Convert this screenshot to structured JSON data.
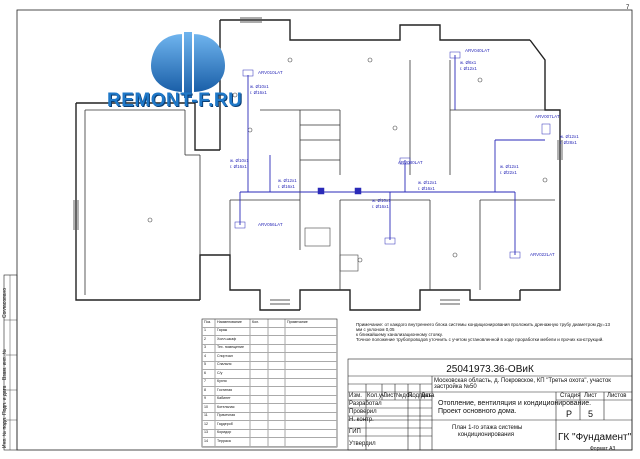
{
  "page_number": "7",
  "logo": {
    "text": "REMONT-F.RU",
    "brand_color": "#1f78c8",
    "icon": "fundament-logo-icon"
  },
  "drawing_colors": {
    "walls": "#222222",
    "piping": "#2a2ab8",
    "background": "#ffffff"
  },
  "notes": {
    "line1": "Примечание: от каждого внутреннего блока системы кондиционирования проложить дренажную трубу диаметром Ду=13 мм с уклоном 0,05",
    "line2": "к ближайшему канализационному стояку.",
    "line3": "Точное положение трубопроводов уточнить с учетом установленной в ходе проработки мебели и прочих конструкций."
  },
  "title_block": {
    "code": "25041973.36-ОВиК",
    "address": "Московская область, д. Покровское, КП \"Третья охота\", участок",
    "address2": "застройка №50",
    "headers": [
      "Изм.",
      "Кол.уч.",
      "Лист",
      "№док.",
      "Подпись",
      "Дата"
    ],
    "roles": [
      "Разработал",
      "Проверил",
      "Н. контр.",
      "ГИП",
      "Утвердил"
    ],
    "project_title": "Отопление, вентиляция и кондиционирование.",
    "project_title2": "Проект основного дома.",
    "stage_header": "Стадия",
    "sheet_header": "Лист",
    "sheets_header": "Листов",
    "stage": "Р",
    "sheet": "5",
    "plan_title": "План 1-го этажа системы",
    "plan_title2": "кондиционирования",
    "organization": "ГК \"Фундамент\"",
    "format": "Формат А3"
  },
  "side_stamp": [
    "Инв. № подл.",
    "Подп. и дата",
    "Взам. инв. №",
    "Согласовано"
  ],
  "spec_table": {
    "headers": [
      "Поз.",
      "Наименование",
      "Кол.",
      "Примечание"
    ],
    "rows": [
      [
        "1",
        "Гараж",
        "",
        ""
      ],
      [
        "2",
        "Холл-шкаф",
        "",
        ""
      ],
      [
        "3",
        "Тех. помещение",
        "",
        ""
      ],
      [
        "4",
        "Спортзал",
        "",
        ""
      ],
      [
        "5",
        "Спальня",
        "",
        ""
      ],
      [
        "6",
        "С/у",
        "",
        ""
      ],
      [
        "7",
        "Кухня",
        "",
        ""
      ],
      [
        "8",
        "Гостиная",
        "",
        ""
      ],
      [
        "9",
        "Кабинет",
        "",
        ""
      ],
      [
        "10",
        "Котельная",
        "",
        ""
      ],
      [
        "11",
        "Прачечная",
        "",
        ""
      ],
      [
        "12",
        "Гардероб",
        "",
        ""
      ],
      [
        "13",
        "Коридор",
        "",
        ""
      ],
      [
        "14",
        "Терраса",
        "",
        ""
      ]
    ]
  },
  "pipe_labels": [
    "ж. Ø10х1",
    "г. Ø16х1",
    "ж. Ø6х1",
    "г. Ø12х1",
    "ж. Ø10х1",
    "г. Ø16х1",
    "ж. Ø12х1",
    "г. Ø16х1",
    "ж. Ø10х1",
    "г. Ø16х1",
    "ж. Ø12х1",
    "г. Ø16х1",
    "ж. Ø12х1",
    "г. Ø22х1",
    "ж. Ø12х1",
    "г. Ø28х1"
  ],
  "unit_labels": [
    "ARV010LAT",
    "ARV040LAT",
    "ARV080LAT",
    "ARV007LAT",
    "ARV056LAT",
    "ARV022LAT"
  ]
}
